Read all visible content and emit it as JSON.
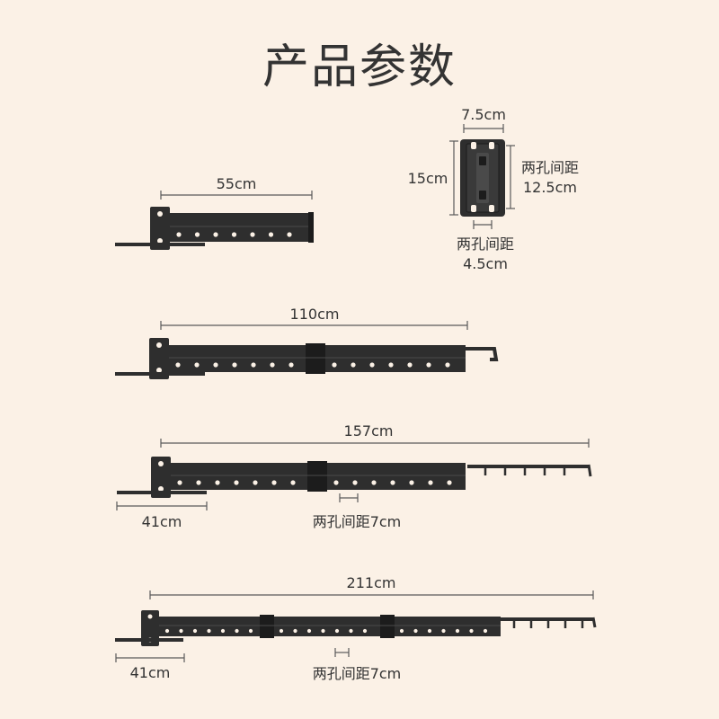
{
  "title": "产品参数",
  "colors": {
    "background": "#FBF1E6",
    "metal": "#2E2E2E",
    "metal_dark": "#1C1C1C",
    "dimension_line": "#5A5A5A",
    "text": "#333333"
  },
  "bracket": {
    "width": "7.5cm",
    "height": "15cm",
    "vertical_hole_label": "两孔间距",
    "vertical_hole_value": "12.5cm",
    "horizontal_hole_label": "两孔间距",
    "horizontal_hole_value": "4.5cm"
  },
  "rack_1": {
    "length": "55cm"
  },
  "rack_2": {
    "length": "110cm"
  },
  "rack_3": {
    "length": "157cm",
    "bar": "41cm",
    "hole_spacing": "两孔间距7cm"
  },
  "rack_4": {
    "length": "211cm",
    "bar": "41cm",
    "hole_spacing": "两孔间距7cm"
  }
}
